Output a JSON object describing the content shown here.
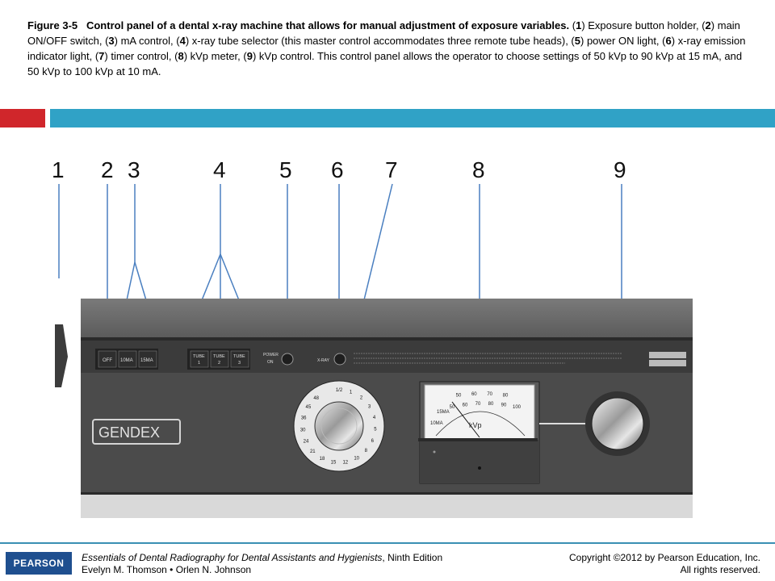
{
  "caption": {
    "figure_number": "Figure 3-5",
    "title": "Control panel of a dental x-ray machine that allows for manual adjustment of exposure variables.",
    "items": [
      {
        "num": "1",
        "text": "Exposure button holder,"
      },
      {
        "num": "2",
        "text": "main ON/OFF switch,"
      },
      {
        "num": "3",
        "text": "mA control,"
      },
      {
        "num": "4",
        "text": "x-ray tube selector (this master control accommodates three remote tube heads),"
      },
      {
        "num": "5",
        "text": "power ON light,"
      },
      {
        "num": "6",
        "text": "x-ray emission indicator light,"
      },
      {
        "num": "7",
        "text": "timer control,"
      },
      {
        "num": "8",
        "text": "kVp meter,"
      },
      {
        "num": "9",
        "text": "kVp control."
      }
    ],
    "closing": "This control panel allows the operator to choose settings of 50 kVp to 90 kVp at 15 mA, and 50 kVp to 100 kVp at 10 mA."
  },
  "figure": {
    "labels": [
      "1",
      "2",
      "3",
      "4",
      "5",
      "6",
      "7",
      "8",
      "9"
    ],
    "panel": {
      "switch_labels": [
        "OFF",
        "10MA",
        "15MA"
      ],
      "tube_labels": [
        {
          "top": "TUBE",
          "bottom": "1"
        },
        {
          "top": "TUBE",
          "bottom": "2"
        },
        {
          "top": "TUBE",
          "bottom": "3"
        }
      ],
      "power_label_top": "POWER",
      "power_label_bottom": "ON",
      "xray_label": "X-RAY",
      "brand": "GENDEX",
      "meter_unit": "kVp",
      "meter_ma_top": "15MA",
      "meter_ma_bottom": "10MA",
      "meter_scale_top": [
        "50",
        "60",
        "70",
        "80"
      ],
      "meter_scale_bottom": [
        "50",
        "60",
        "70",
        "80",
        "90",
        "100"
      ],
      "timer_ticks": [
        "1/2",
        "1",
        "2",
        "3",
        "4",
        "5",
        "6",
        "8",
        "10",
        "12",
        "15",
        "18",
        "21",
        "24",
        "30",
        "36",
        "45",
        "48"
      ]
    }
  },
  "footer": {
    "logo_text": "PEARSON",
    "book_title": "Essentials of Dental Radiography  for Dental Assistants and Hygienists",
    "edition": ", Ninth Edition",
    "authors": "Evelyn M. Thomson • Orlen N. Johnson",
    "copyright": "Copyright ©2012 by Pearson Education, Inc.",
    "rights": "All rights reserved."
  },
  "colors": {
    "red_bar": "#d0262b",
    "blue_bar": "#30a2c6",
    "footer_rule": "#3a8fb3",
    "logo_bg": "#1f4f8f"
  }
}
